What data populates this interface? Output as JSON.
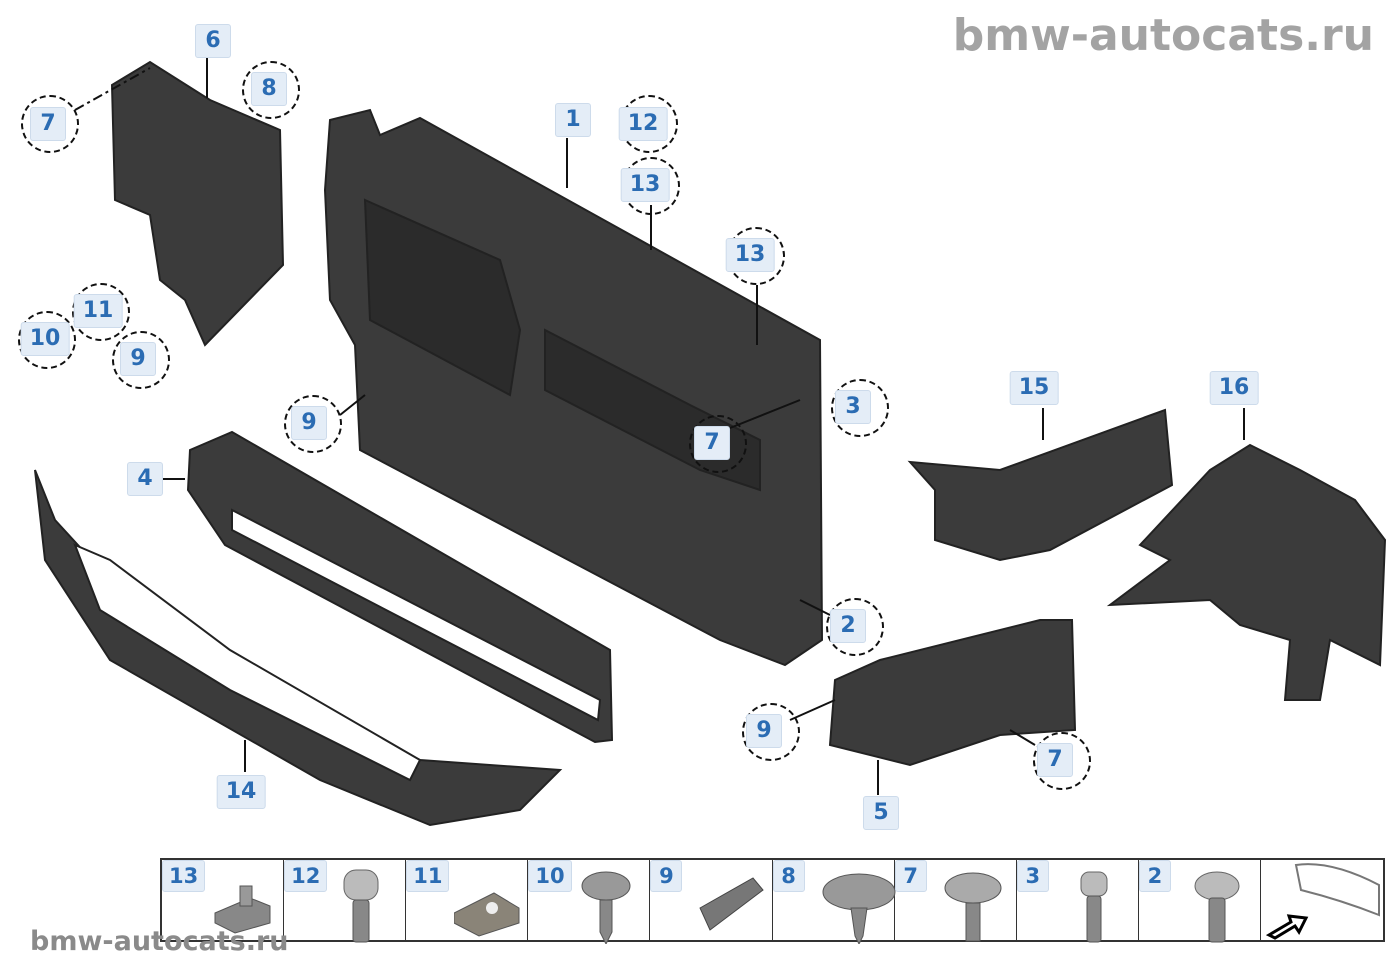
{
  "watermark_top": "bmw-autocats.ru",
  "watermark_bottom": "bmw-autocats.ru",
  "callouts": [
    "6",
    "8",
    "7",
    "1",
    "12",
    "13",
    "13",
    "11",
    "10",
    "9",
    "9",
    "3",
    "7",
    "15",
    "16",
    "4",
    "2",
    "9",
    "7",
    "5",
    "14"
  ],
  "hardware_strip": [
    {
      "number": "13",
      "part": "clip-nut-icon"
    },
    {
      "number": "12",
      "part": "hex-socket-bolt-icon"
    },
    {
      "number": "11",
      "part": "spring-nut-icon"
    },
    {
      "number": "10",
      "part": "hex-self-tapping-screw-icon"
    },
    {
      "number": "9",
      "part": "edge-clip-icon"
    },
    {
      "number": "8",
      "part": "expanding-rivet-icon"
    },
    {
      "number": "7",
      "part": "flange-screw-icon"
    },
    {
      "number": "3",
      "part": "hex-socket-bolt-icon"
    },
    {
      "number": "2",
      "part": "torx-bolt-icon"
    }
  ],
  "colors": {
    "label_text": "#2b6cb3",
    "label_bg": "#e4edf7",
    "part": "#3a3a3a"
  }
}
